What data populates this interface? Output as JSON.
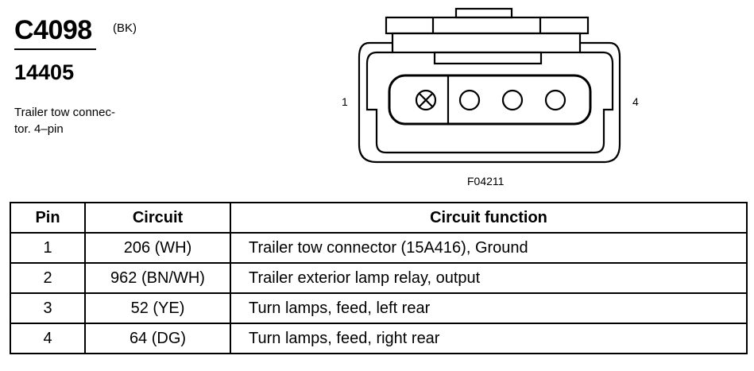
{
  "header": {
    "connector_id": "C4098",
    "color_code": "(BK)",
    "part_number": "14405",
    "description": "Trailer tow connec-\ntor. 4–pin"
  },
  "diagram": {
    "left_pin_label": "1",
    "right_pin_label": "4",
    "figure_code": "F04211"
  },
  "table": {
    "headers": [
      "Pin",
      "Circuit",
      "Circuit function"
    ],
    "rows": [
      {
        "pin": "1",
        "circuit": "206 (WH)",
        "function": "Trailer tow connector (15A416), Ground"
      },
      {
        "pin": "2",
        "circuit": "962 (BN/WH)",
        "function": "Trailer exterior lamp relay, output"
      },
      {
        "pin": "3",
        "circuit": "52 (YE)",
        "function": "Turn lamps, feed, left rear"
      },
      {
        "pin": "4",
        "circuit": "64 (DG)",
        "function": "Turn lamps, feed, right rear"
      }
    ]
  }
}
